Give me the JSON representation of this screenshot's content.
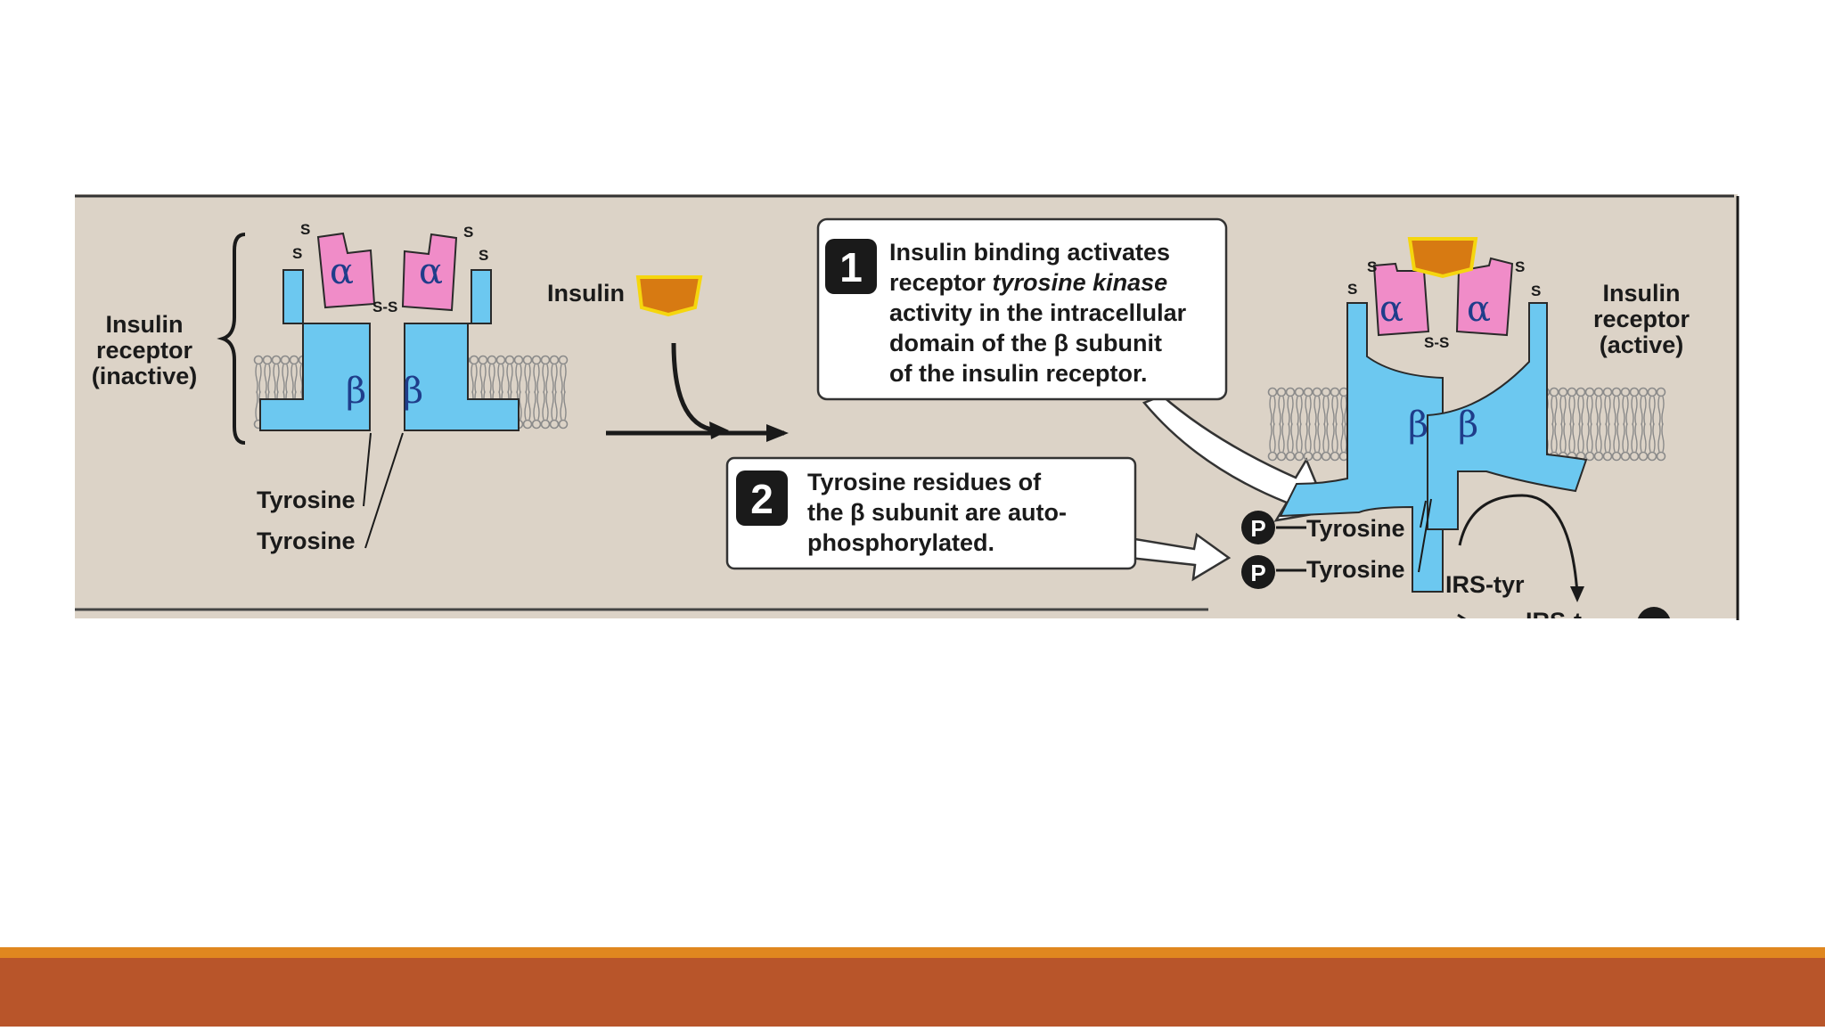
{
  "colors": {
    "panel": "#dcd3c7",
    "alpha_subunit": "#f08cc8",
    "beta_subunit": "#6cc8f0",
    "insulin": "#d77a12",
    "insulin_outline": "#f5d60e",
    "bar_thin": "#e0871f",
    "bar_thick": "#b8552a"
  },
  "inactive_receptor": {
    "label_line1": "Insulin",
    "label_line2": "receptor",
    "label_line3": "(inactive)",
    "alpha_symbol": "α",
    "beta_symbol": "β",
    "disulfide": "S-S",
    "sulfur": "S",
    "tyrosine_top": "Tyrosine",
    "tyrosine_bottom": "Tyrosine"
  },
  "insulin_label": "Insulin",
  "step1": {
    "number": "1",
    "line1": "Insulin binding activates",
    "line2_prefix": "receptor ",
    "line2_italic": "tyrosine kinase",
    "line3": "activity in the intracellular",
    "line4": "domain of the β subunit",
    "line5": "of the insulin receptor."
  },
  "step2": {
    "number": "2",
    "line1": "Tyrosine residues of",
    "line2": "the β subunit are auto-",
    "line3": "phosphorylated."
  },
  "active_receptor": {
    "label_line1": "Insulin",
    "label_line2": "receptor",
    "label_line3": "(active)",
    "alpha_symbol": "α",
    "beta_symbol": "β",
    "disulfide": "S-S",
    "sulfur": "S",
    "phosphate": "P",
    "tyrosine_top": "Tyrosine",
    "tyrosine_bottom": "Tyrosine",
    "irs_label": "IRS-tyr",
    "cut_label": "IRS-t"
  }
}
